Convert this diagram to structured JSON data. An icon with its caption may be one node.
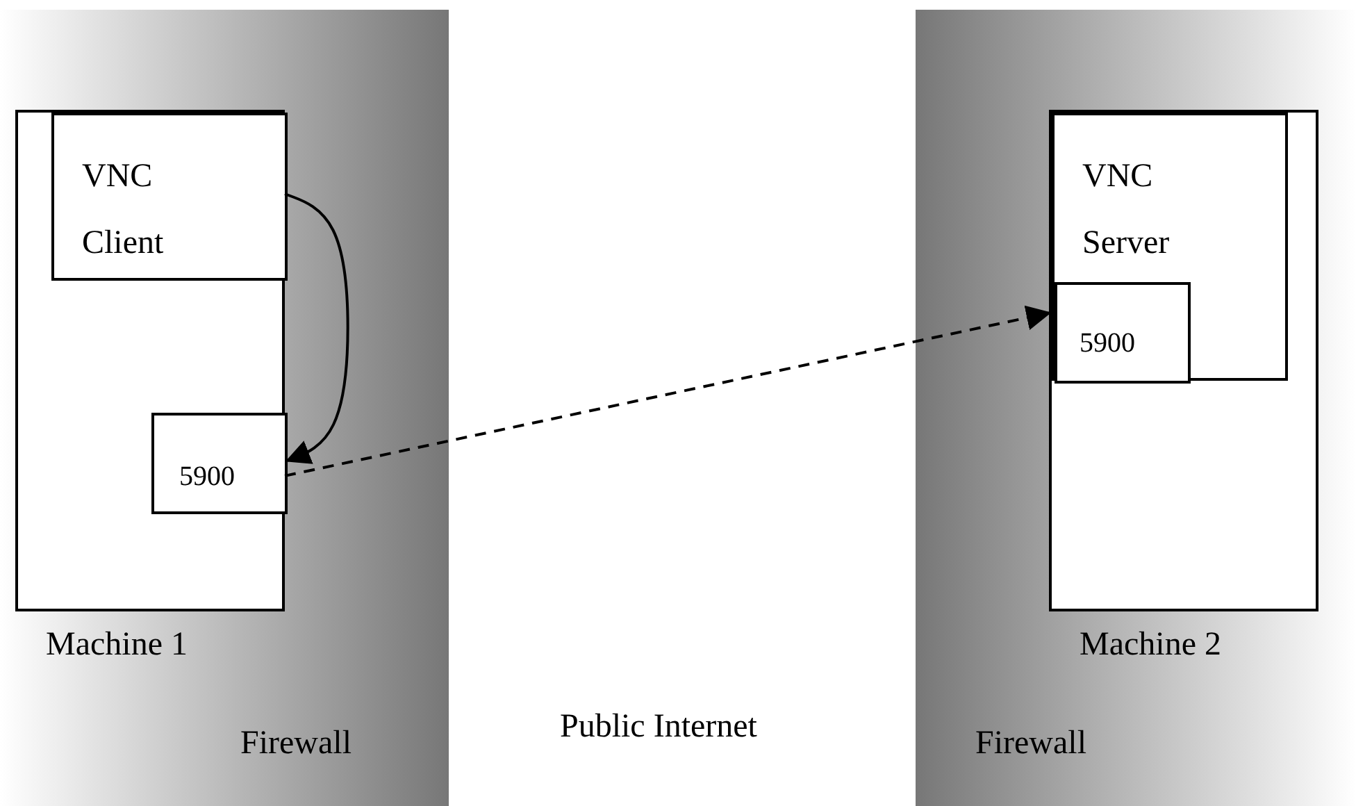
{
  "diagram": {
    "nodes": [
      {
        "text": [
          "Firewall"
        ]
      },
      {
        "text": [
          "Machine 1"
        ],
        "in": 0
      },
      {
        "text": [
          "VNC Client"
        ],
        "in": 1
      },
      {
        "text": [
          "5900"
        ],
        "in": 1
      },
      {
        "text": [
          "Firewall"
        ]
      },
      {
        "text": [
          "Machine 2"
        ],
        "in": 4
      },
      {
        "text": [
          "VNC Server"
        ],
        "in": 5
      },
      {
        "text": [
          "5900"
        ],
        "in": 6
      }
    ],
    "edges": [
      {
        "from": 2,
        "to": 3,
        "arrow": "to"
      },
      {
        "from": 3,
        "to": 7,
        "arrow": "to",
        "style": "dashed"
      }
    ],
    "labels": [
      "Public Internet"
    ]
  }
}
